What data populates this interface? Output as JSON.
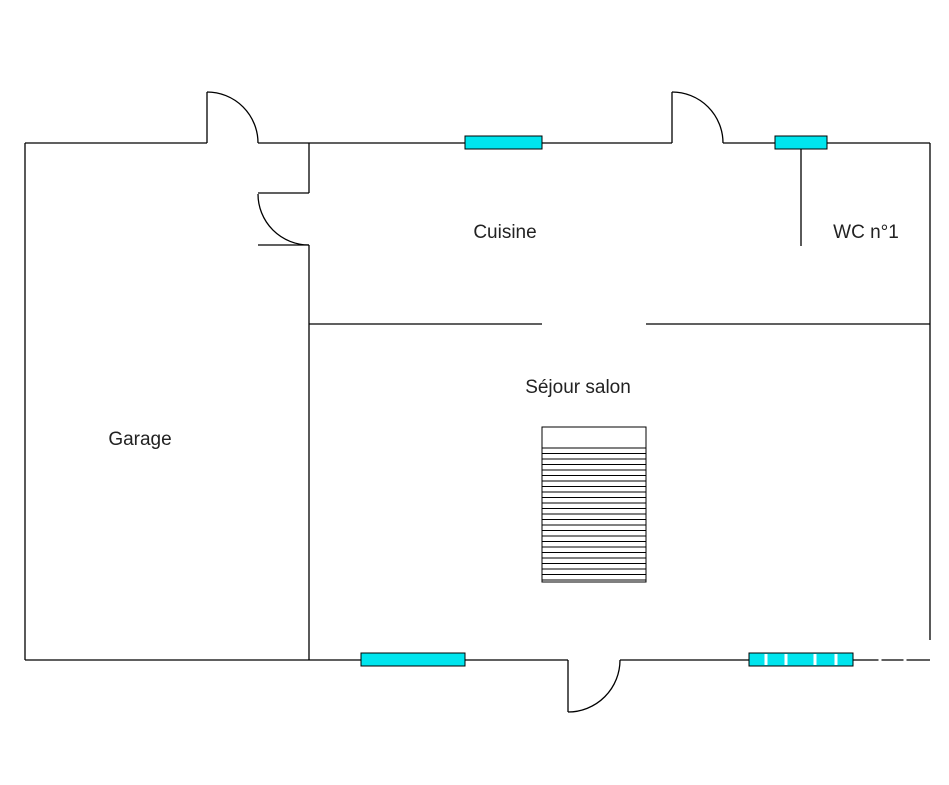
{
  "rooms": {
    "cuisine": "Cuisine",
    "wc": "WC n°1",
    "sejour": "Séjour salon",
    "garage": "Garage"
  },
  "colors": {
    "window_fill": "#00e5ee",
    "wall": "#000000",
    "background": "#ffffff"
  }
}
